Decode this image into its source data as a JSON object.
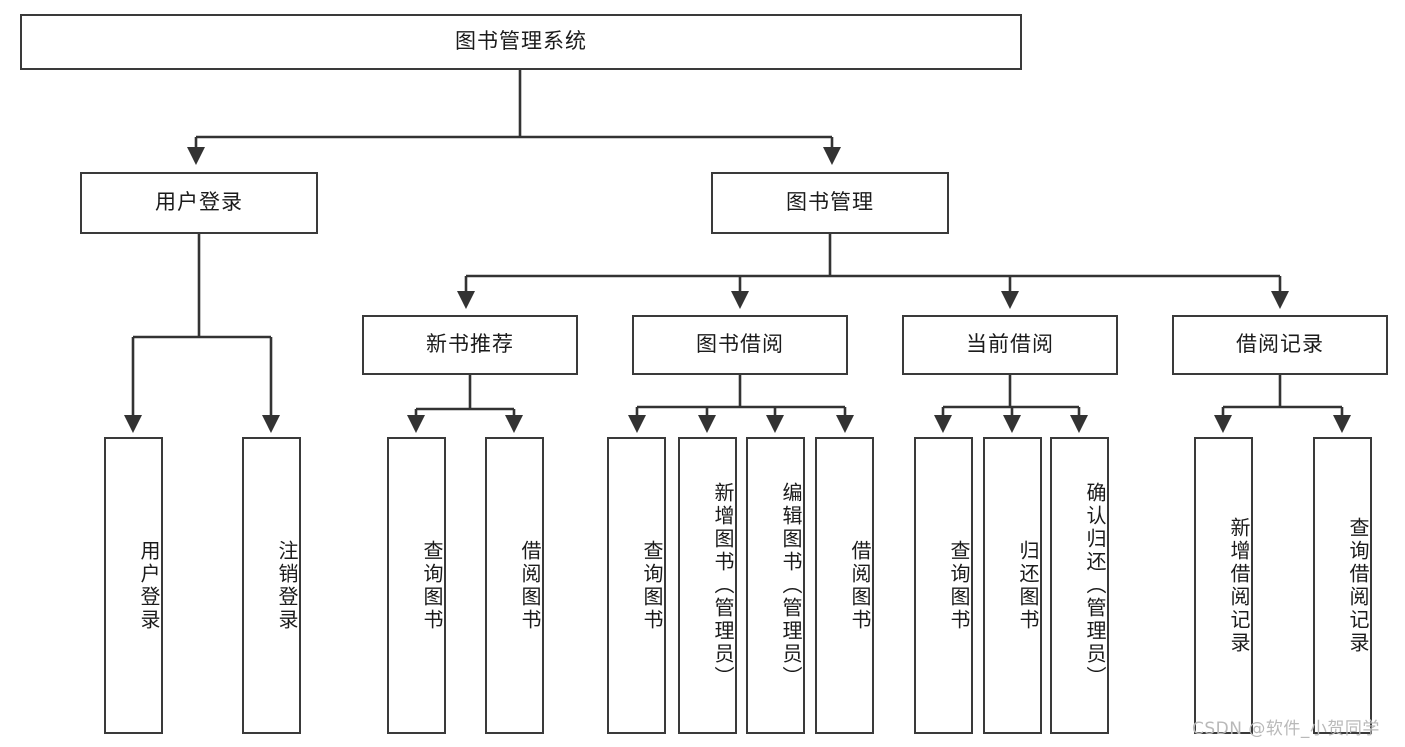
{
  "diagram": {
    "title": "图书管理系统",
    "type": "tree",
    "orientation": "top-down",
    "colors": {
      "node_border": "#3a3a3a",
      "node_fill": "#ffffff",
      "edge": "#333333",
      "text": "#1b1b1b",
      "watermark": "#b9b9b9",
      "background": "#ffffff"
    },
    "root": {
      "id": "root",
      "label": "图书管理系统",
      "orientation": "horizontal"
    },
    "level1": [
      {
        "id": "user-login",
        "label": "用户登录",
        "orientation": "horizontal"
      },
      {
        "id": "book-manage",
        "label": "图书管理",
        "orientation": "horizontal"
      }
    ],
    "level2": [
      {
        "id": "new-book-recommend",
        "label": "新书推荐",
        "orientation": "horizontal",
        "parent": "book-manage"
      },
      {
        "id": "book-borrow",
        "label": "图书借阅",
        "orientation": "horizontal",
        "parent": "book-manage"
      },
      {
        "id": "current-borrow",
        "label": "当前借阅",
        "orientation": "horizontal",
        "parent": "book-manage"
      },
      {
        "id": "borrow-record",
        "label": "借阅记录",
        "orientation": "horizontal",
        "parent": "book-manage"
      }
    ],
    "leaves": [
      {
        "id": "leaf-user-login",
        "label": "用户登录",
        "orientation": "vertical",
        "parent": "user-login"
      },
      {
        "id": "leaf-user-logout",
        "label": "注销登录",
        "orientation": "vertical",
        "parent": "user-login"
      },
      {
        "id": "leaf-query-book-1",
        "label": "查询图书",
        "orientation": "vertical",
        "parent": "new-book-recommend"
      },
      {
        "id": "leaf-borrow-book-1",
        "label": "借阅图书",
        "orientation": "vertical",
        "parent": "new-book-recommend"
      },
      {
        "id": "leaf-query-book-2",
        "label": "查询图书",
        "orientation": "vertical",
        "parent": "book-borrow"
      },
      {
        "id": "leaf-add-book",
        "label": "新增图书（管理员）",
        "orientation": "vertical",
        "parent": "book-borrow"
      },
      {
        "id": "leaf-edit-book",
        "label": "编辑图书（管理员）",
        "orientation": "vertical",
        "parent": "book-borrow"
      },
      {
        "id": "leaf-borrow-book-2",
        "label": "借阅图书",
        "orientation": "vertical",
        "parent": "book-borrow"
      },
      {
        "id": "leaf-query-book-3",
        "label": "查询图书",
        "orientation": "vertical",
        "parent": "current-borrow"
      },
      {
        "id": "leaf-return-book",
        "label": "归还图书",
        "orientation": "vertical",
        "parent": "current-borrow"
      },
      {
        "id": "leaf-confirm-return",
        "label": "确认归还（管理员）",
        "orientation": "vertical",
        "parent": "current-borrow"
      },
      {
        "id": "leaf-add-record",
        "label": "新增借阅记录",
        "orientation": "vertical",
        "parent": "borrow-record"
      },
      {
        "id": "leaf-query-record",
        "label": "查询借阅记录",
        "orientation": "vertical",
        "parent": "borrow-record"
      }
    ],
    "watermark": "CSDN @软件_小贺同学"
  }
}
